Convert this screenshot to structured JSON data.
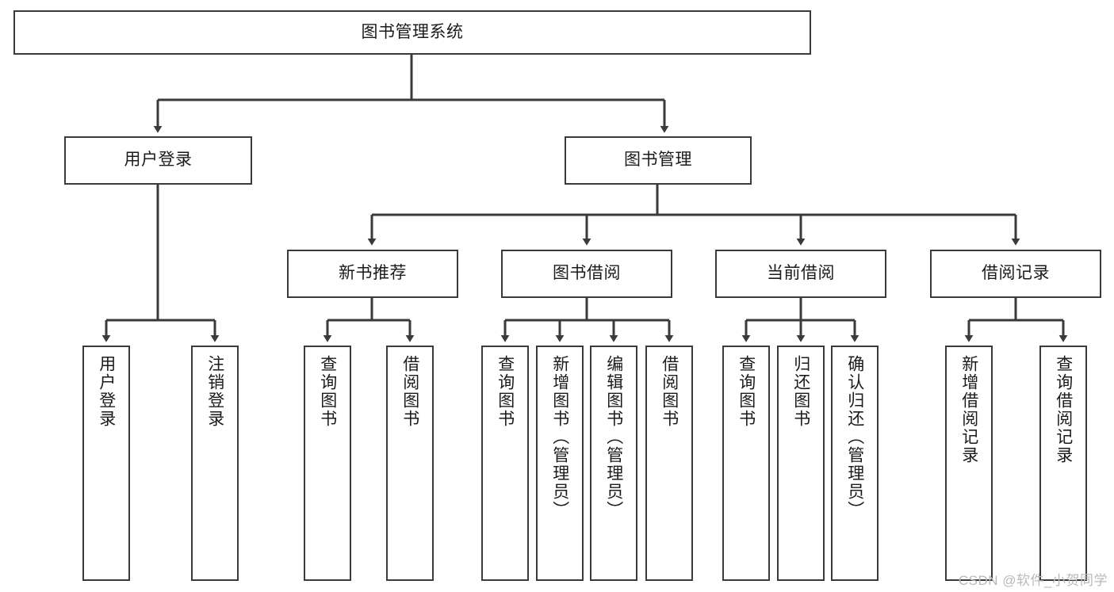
{
  "diagram": {
    "title": "图书管理系统",
    "type": "tree-hierarchy",
    "root": {
      "label": "图书管理系统"
    },
    "level2": [
      {
        "label": "用户登录"
      },
      {
        "label": "图书管理"
      }
    ],
    "level3": [
      {
        "label": "新书推荐"
      },
      {
        "label": "图书借阅"
      },
      {
        "label": "当前借阅"
      },
      {
        "label": "借阅记录"
      }
    ],
    "leaves": {
      "user_login": [
        {
          "label": "用户登录"
        },
        {
          "label": "注销登录"
        }
      ],
      "new_book_recommend": [
        {
          "label": "查询图书"
        },
        {
          "label": "借阅图书"
        }
      ],
      "book_borrow": [
        {
          "label": "查询图书"
        },
        {
          "label": "新增图书（管理员）"
        },
        {
          "label": "编辑图书（管理员）"
        },
        {
          "label": "借阅图书"
        }
      ],
      "current_borrow": [
        {
          "label": "查询图书"
        },
        {
          "label": "归还图书"
        },
        {
          "label": "确认归还（管理员）"
        }
      ],
      "borrow_record": [
        {
          "label": "新增借阅记录"
        },
        {
          "label": "查询借阅记录"
        }
      ]
    }
  },
  "watermark": {
    "text": "CSDN @软件_小贺同学"
  },
  "colors": {
    "box_border": "#3a3a3a",
    "box_fill": "#ffffff",
    "line": "#3a3a3a",
    "text": "#1b1b1b",
    "watermark": "#b9b9b9"
  }
}
